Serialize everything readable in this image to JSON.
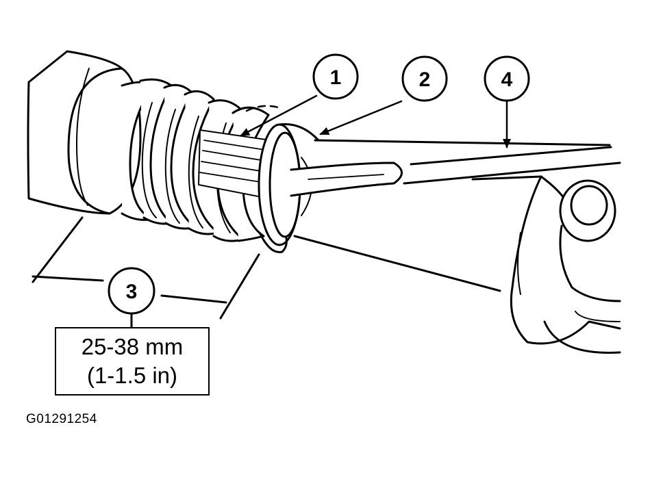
{
  "callouts": [
    {
      "label": "1"
    },
    {
      "label": "2"
    },
    {
      "label": "3"
    },
    {
      "label": "4"
    }
  ],
  "spec": {
    "metric": "25-38 mm",
    "imperial": "(1-1.5 in)"
  },
  "figure_id": "G01291254"
}
